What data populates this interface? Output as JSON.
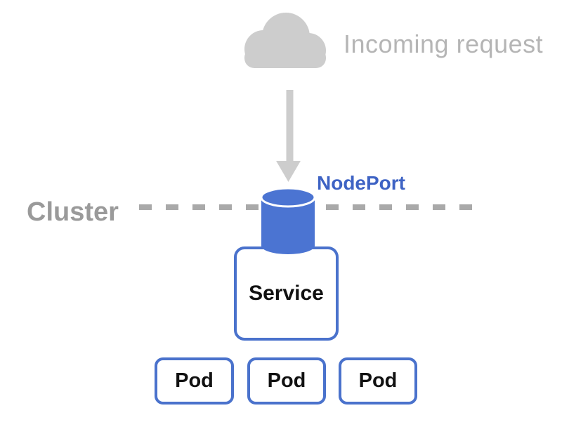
{
  "diagram": {
    "incoming_request": {
      "label": "Incoming request"
    },
    "nodeport": {
      "label": "NodePort"
    },
    "cluster": {
      "label": "Cluster"
    },
    "service": {
      "label": "Service"
    },
    "pods": [
      {
        "label": "Pod"
      },
      {
        "label": "Pod"
      },
      {
        "label": "Pod"
      }
    ],
    "colors": {
      "cloud_gray": "#cdcdcd",
      "arrow_gray": "#cdcdcd",
      "incoming_text_gray": "#b5b5b5",
      "cluster_text_gray": "#9a9a9a",
      "dash_line_gray": "#a9a9a9",
      "nodeport_blue": "#3e63c4",
      "cylinder_blue": "#4b74d2",
      "box_border_blue": "#4a72cc",
      "box_text_black": "#111111",
      "background": "#ffffff"
    }
  }
}
